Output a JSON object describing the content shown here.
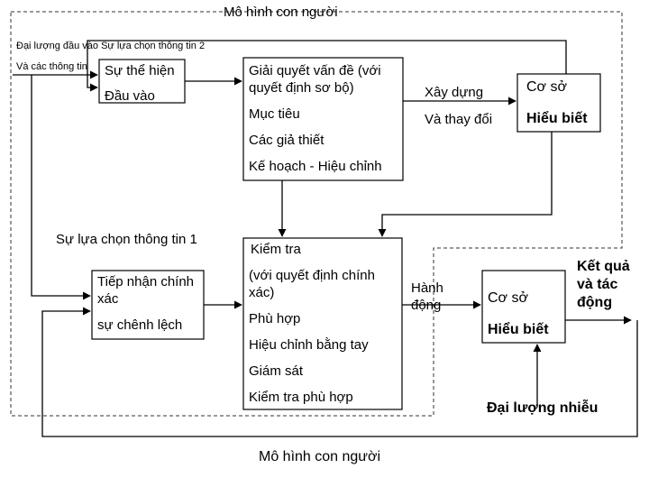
{
  "title_top": "Mô hình con người",
  "title_bottom": "Mô hình con người",
  "inputs": {
    "line1": "Đại lượng đầu vào   Sự lựa chọn thông tin 2",
    "line2": "Và các thông tin"
  },
  "input_box": {
    "line1": "Sự thể hiện",
    "line2": "Đầu vào"
  },
  "decision_box": {
    "title": "Giải quyết vấn đề (với quyết định sơ bộ)",
    "items": [
      "Mục tiêu",
      "Các giả thiết",
      "Kế hoạch - Hiệu chỉnh"
    ]
  },
  "build": {
    "line1": "Xây dựng",
    "line2": "Và thay đổi"
  },
  "knowledge_box": {
    "line1": "Cơ sở",
    "line2": "Hiểu biết"
  },
  "info_choice_1": "Sự lựa chọn thông tin 1",
  "reception_box": {
    "line1": "Tiếp nhận chính xác",
    "line2": "sự chênh lệch"
  },
  "check_box": {
    "title": "Kiểm tra",
    "items": [
      "(với quyết định chính xác)",
      "Phù hợp",
      "Hiệu chỉnh bằng tay",
      "Giám sát",
      "Kiểm tra phù hợp"
    ]
  },
  "action": "Hành động",
  "plant": {
    "line1": "Cơ sở",
    "line2": "Hiểu biết"
  },
  "result": "Kết quả và tác động",
  "noise": "Đại lượng nhiễu",
  "colors": {
    "line": "#000000",
    "dashed": "#333333",
    "background": "#ffffff"
  }
}
